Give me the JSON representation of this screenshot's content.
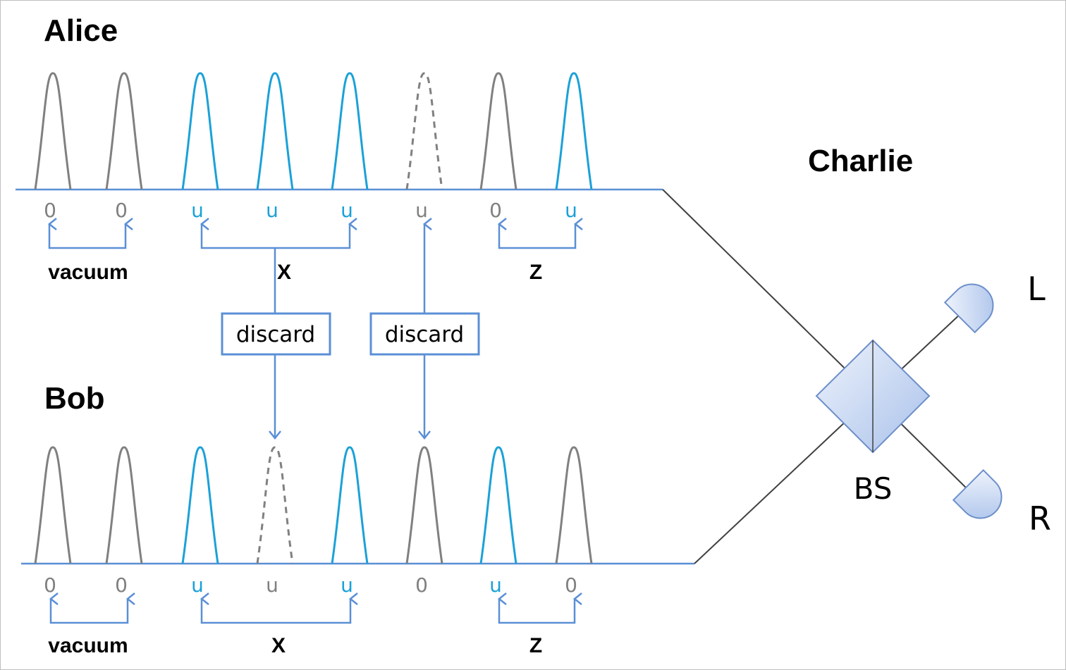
{
  "parties": {
    "alice": "Alice",
    "bob": "Bob",
    "charlie": "Charlie"
  },
  "beamsplitter": {
    "label": "BS"
  },
  "detectors": {
    "left": "L",
    "right": "R"
  },
  "colors": {
    "signal_pulse": "#1ba1d8",
    "vacuum_pulse": "#808080",
    "arrow": "#5b8fd6",
    "fiber": "#5b8fd6",
    "optics_line": "#404040",
    "optics_fill_light": "#e6eefb",
    "optics_fill_dark": "#b4c9ec",
    "optics_stroke": "#6d8fc9"
  },
  "alice_pulses": [
    {
      "label": "0",
      "kind": "vacuum"
    },
    {
      "label": "0",
      "kind": "vacuum"
    },
    {
      "label": "u",
      "kind": "signal"
    },
    {
      "label": "u",
      "kind": "signal"
    },
    {
      "label": "u",
      "kind": "signal"
    },
    {
      "label": "u",
      "kind": "discarded"
    },
    {
      "label": "0",
      "kind": "vacuum"
    },
    {
      "label": "u",
      "kind": "signal"
    }
  ],
  "bob_pulses": [
    {
      "label": "0",
      "kind": "vacuum"
    },
    {
      "label": "0",
      "kind": "vacuum"
    },
    {
      "label": "u",
      "kind": "signal"
    },
    {
      "label": "u",
      "kind": "discarded"
    },
    {
      "label": "u",
      "kind": "signal"
    },
    {
      "label": "0",
      "kind": "vacuum"
    },
    {
      "label": "u",
      "kind": "signal"
    },
    {
      "label": "0",
      "kind": "vacuum"
    }
  ],
  "groups": {
    "vacuum": "vacuum",
    "x": "X",
    "z": "Z"
  },
  "discard_boxes": [
    "discard",
    "discard"
  ]
}
